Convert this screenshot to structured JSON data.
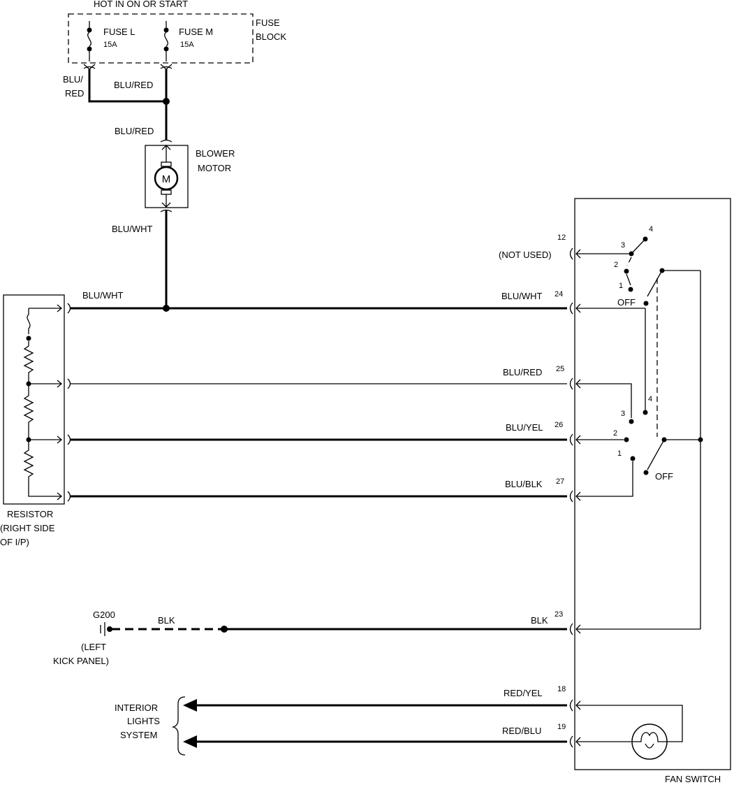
{
  "fuse_block": {
    "header": "HOT IN ON OR START",
    "label_line1": "FUSE",
    "label_line2": "BLOCK",
    "fuse_l_name": "FUSE L",
    "fuse_l_rating": "15A",
    "fuse_m_name": "FUSE M",
    "fuse_m_rating": "15A"
  },
  "wires": {
    "blu_red_left_1": "BLU/",
    "blu_red_left_2": "RED",
    "blu_red_right": "BLU/RED",
    "blu_red_motor": "BLU/RED",
    "blu_wht_motor": "BLU/WHT",
    "blu_wht_main": "BLU/WHT",
    "blk_ground": "BLK"
  },
  "blower_motor": {
    "label_line1": "BLOWER",
    "label_line2": "MOTOR",
    "symbol": "M"
  },
  "resistor": {
    "label_line1": "RESISTOR",
    "label_line2": "(RIGHT SIDE",
    "label_line3": "OF I/P)"
  },
  "ground": {
    "name": "G200",
    "location_line1": "(LEFT",
    "location_line2": "KICK PANEL)"
  },
  "interior_lights": {
    "line1": "INTERIOR",
    "line2": "LIGHTS",
    "line3": "SYSTEM"
  },
  "fan_switch": {
    "label": "FAN SWITCH",
    "pins": [
      {
        "wire": "(NOT USED)",
        "num": "12"
      },
      {
        "wire": "BLU/WHT",
        "num": "24"
      },
      {
        "wire": "BLU/RED",
        "num": "25"
      },
      {
        "wire": "BLU/YEL",
        "num": "26"
      },
      {
        "wire": "BLU/BLK",
        "num": "27"
      },
      {
        "wire": "BLK",
        "num": "23"
      },
      {
        "wire": "RED/YEL",
        "num": "18"
      },
      {
        "wire": "RED/BLU",
        "num": "19"
      }
    ],
    "upper_contacts": [
      "4",
      "3",
      "2",
      "1"
    ],
    "upper_off": "OFF",
    "lower_contacts": [
      "4",
      "3",
      "2",
      "1"
    ],
    "lower_off": "OFF"
  }
}
